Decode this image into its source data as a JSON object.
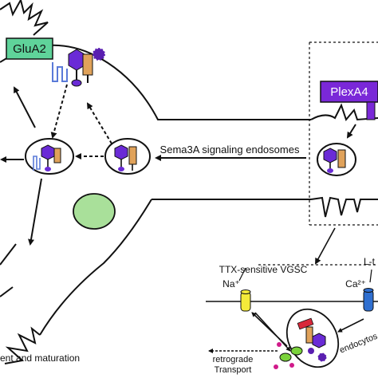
{
  "labels": {
    "glua2": "GluA2",
    "plexa4": "PlexA4",
    "sema3a_endosomes": "Sema3A signaling endosomes",
    "ttx_vgsc": "TTX-sensitive VGSC",
    "l_type_partial": "L-t",
    "na_ion": "Na⁺",
    "ca_ion": "Ca²⁺",
    "retrograde_line1": "retrograde",
    "retrograde_line2": "Transport",
    "endocytosis_partial": "endocytos",
    "development_partial": "ent and maturation"
  },
  "colors": {
    "glua2_fill": "#5fd39a",
    "plexa4_fill": "#7a28d8",
    "nucleus_fill": "#a9e09a",
    "receptor_purple": "#6a2bd6",
    "ligand_dark_purple": "#4b1c9a",
    "sema_orange": "#e0a25a",
    "vgsc_yellow": "#f4ea3a",
    "ltype_blue": "#2f6fd0",
    "membrane_receptor_blue": "#5a7ad8",
    "star_purple": "#5a1fb0",
    "magenta": "#d01a8a",
    "green_ball": "#7ad23b",
    "red_block": "#d8283a",
    "stroke": "#111111"
  }
}
